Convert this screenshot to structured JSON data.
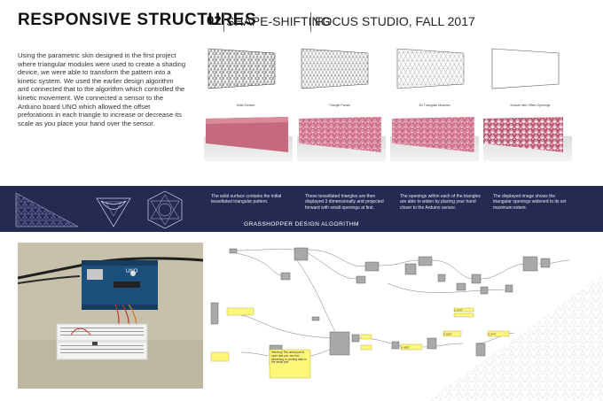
{
  "header": {
    "title": "RESPONSIVE STRUCTURES",
    "project_number": "02",
    "subtitle_1": "SHAPE-SHIFTING",
    "subtitle_2": "FOCUS STUDIO, FALL 2017"
  },
  "description": "Using the parametric skin designed in the first project where triangular modules were used to create a shading device, we were able to transform the pattern into a kinetic system. We used the earlier design algorithm and connected that to the algorithm which controlled the kinetic movement. We connected a sensor to the Arduino board UNO which allowed the offset preforations in each triangle to increase or decrease its scale as you place your hand over the sensor.",
  "panels": [
    {
      "caption": "Solid Surface"
    },
    {
      "caption": "Triangle Panels"
    },
    {
      "caption": "3D Triangular Modules"
    },
    {
      "caption": "Module with Offset Openings"
    }
  ],
  "band": {
    "texts": [
      "The solid surface contains the initial tessellated triangular pattern.",
      "These tessellated triangles are then displayed 3 dimensionally and projected forward with small openings at first.",
      "The openings within each of the triangles are able to widen by placing your hand closer to the Arduino sensor.",
      "The displayed image shows the triangular openings widened to its set maximum extent."
    ],
    "title": "GRASSHOPPER DESIGN ALGORITHM"
  },
  "photo": {
    "board_label": "UNO"
  },
  "grasshopper": {
    "panel_note": "Warning! The serial port is open and you can find streaming or printing data to the serial port.",
    "value_labels": [
      "0.4397",
      "0.9397",
      "0.3747",
      "0.3747"
    ]
  },
  "colors": {
    "band_bg": "#262a52",
    "render_pink": "#d37b92",
    "note_yellow": "#fff77a"
  }
}
